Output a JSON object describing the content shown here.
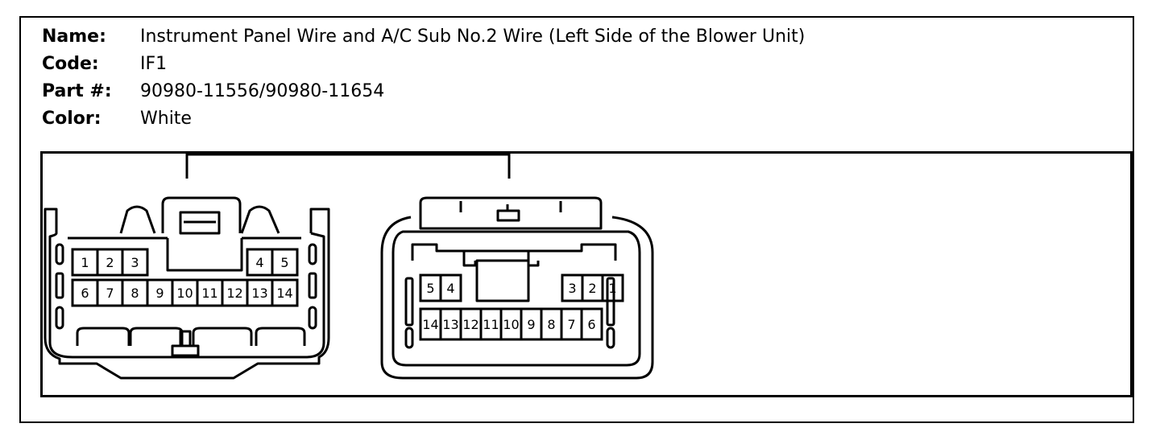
{
  "connector_info": {
    "name_label": "Name:",
    "name_value": "Instrument Panel Wire and A/C Sub No.2 Wire (Left Side of the Blower Unit)",
    "code_label": "Code:",
    "code_value": "IF1",
    "part_label": "Part #:",
    "part_value": "90980-11556/90980-11654",
    "color_label": "Color:",
    "color_value": "White"
  },
  "left_connector": {
    "top_row": [
      "1",
      "2",
      "3",
      "4",
      "5"
    ],
    "bottom_row": [
      "6",
      "7",
      "8",
      "9",
      "10",
      "11",
      "12",
      "13",
      "14"
    ]
  },
  "right_connector": {
    "top_row": [
      "5",
      "4",
      "3",
      "2",
      "1"
    ],
    "bottom_row": [
      "14",
      "13",
      "12",
      "11",
      "10",
      "9",
      "8",
      "7",
      "6"
    ]
  }
}
